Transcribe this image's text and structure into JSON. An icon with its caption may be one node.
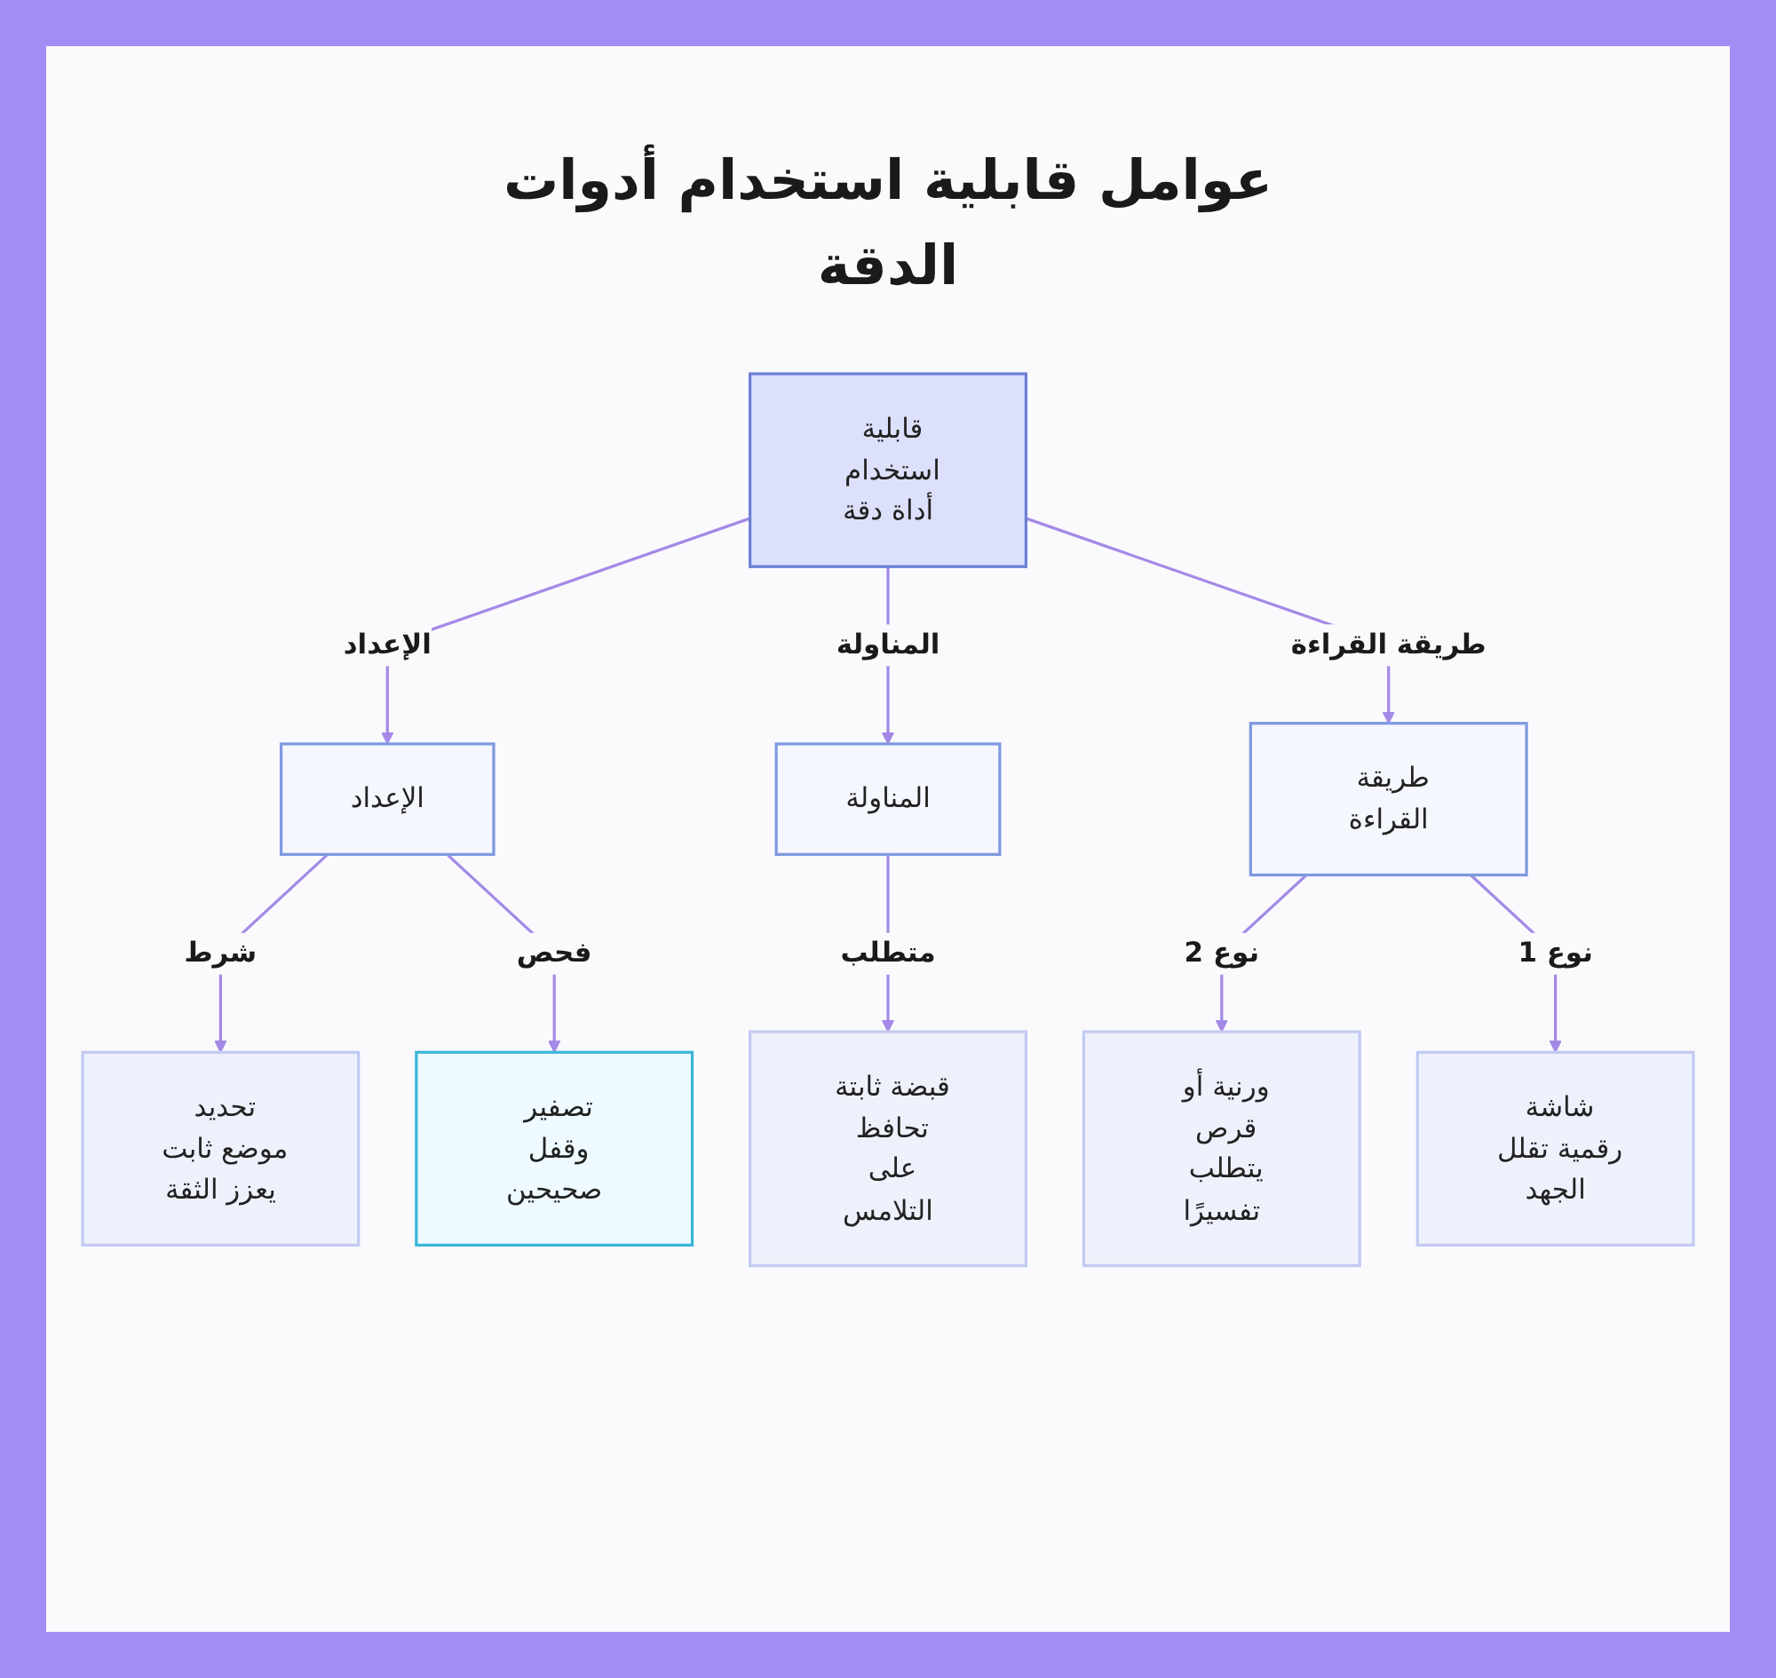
{
  "diagram": {
    "title": "عوامل قابلية استخدام أدوات الدقة",
    "nodes": [
      {
        "text": [
          "قابلية استخدام أداة دقة"
        ]
      },
      {
        "text": [
          "الإعداد"
        ]
      },
      {
        "text": [
          "المناولة"
        ]
      },
      {
        "text": [
          "طريقة القراءة"
        ]
      },
      {
        "text": [
          "تحديد موضع ثابت يعزز الثقة"
        ]
      },
      {
        "text": [
          "تصفير وقفل صحيحين"
        ]
      },
      {
        "text": [
          "قبضة ثابتة تحافظ على التلامس"
        ]
      },
      {
        "text": [
          "ورنية أو قرص يتطلب تفسيرًا"
        ]
      },
      {
        "text": [
          "شاشة رقمية تقلل الجهد"
        ]
      }
    ],
    "edges": [
      {
        "from": 0,
        "to": 1,
        "arrow": "to",
        "label": "الإعداد"
      },
      {
        "from": 0,
        "to": 2,
        "arrow": "to",
        "label": "المناولة"
      },
      {
        "from": 0,
        "to": 3,
        "arrow": "to",
        "label": "طريقة القراءة"
      },
      {
        "from": 1,
        "to": 4,
        "arrow": "to",
        "label": "شرط"
      },
      {
        "from": 1,
        "to": 5,
        "arrow": "to",
        "label": "فحص"
      },
      {
        "from": 2,
        "to": 6,
        "arrow": "to",
        "label": "متطلب"
      },
      {
        "from": 3,
        "to": 7,
        "arrow": "to",
        "label": "نوع 2"
      },
      {
        "from": 3,
        "to": 8,
        "arrow": "to",
        "label": "نوع 1"
      }
    ]
  }
}
